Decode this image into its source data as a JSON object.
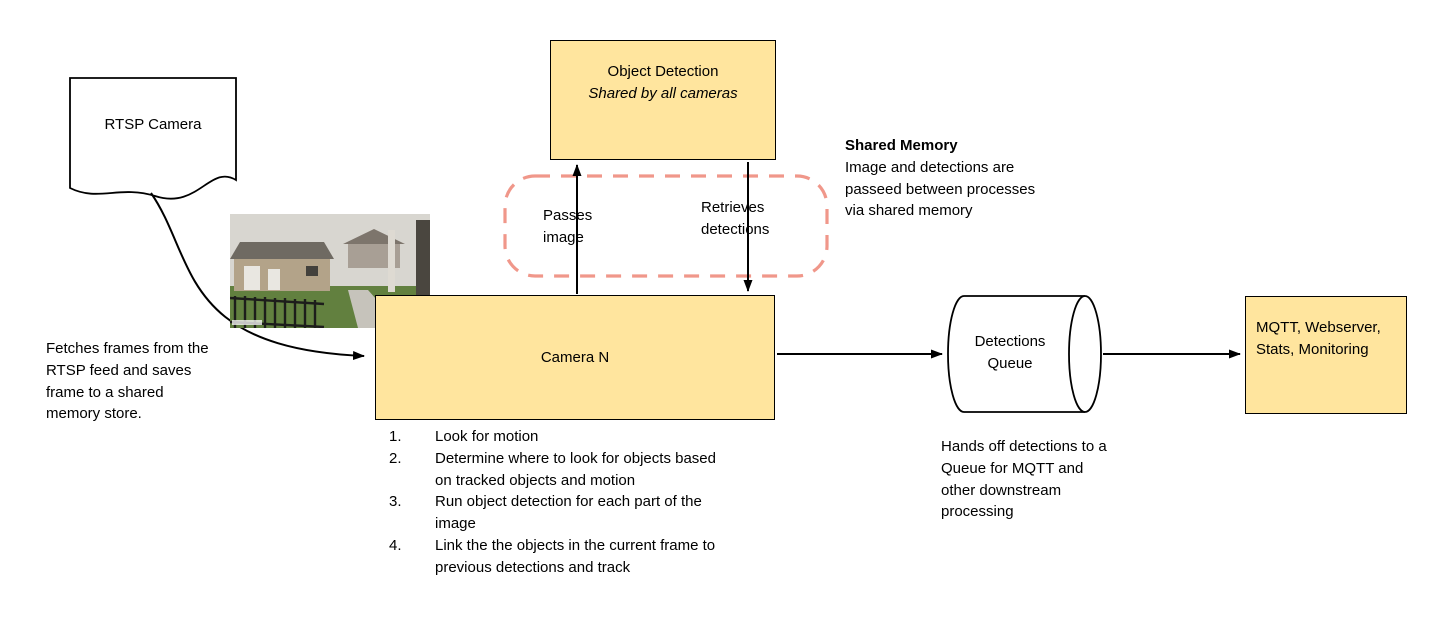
{
  "nodes": {
    "rtsp_camera": "RTSP Camera",
    "object_detection_title": "Object Detection",
    "object_detection_subtitle": "Shared by all cameras",
    "camera_n": "Camera N",
    "detections_queue": "Detections Queue",
    "outputs": "MQTT, Webserver, Stats, Monitoring"
  },
  "labels": {
    "passes_image": "Passes image",
    "retrieves_detections": "Retrieves detections"
  },
  "notes": {
    "fetch": "Fetches frames from the RTSP feed and saves frame to a shared memory store.",
    "shared_memory_title": "Shared Memory",
    "shared_memory_body": "Image and detections are passeed between processes via shared memory",
    "queue_handoff": "Hands off detections to a Queue for MQTT and other downstream processing"
  },
  "camera_steps": [
    {
      "num": "1.",
      "text": "Look for motion"
    },
    {
      "num": "2.",
      "text": "Determine where to look for objects based on tracked objects and motion"
    },
    {
      "num": "3.",
      "text": "Run object detection for each part of the image"
    },
    {
      "num": "4.",
      "text": "Link the the objects in the current frame to previous detections and track"
    }
  ],
  "colors": {
    "node_fill": "#FFE59E",
    "shared_memory_dash": "#F0978A",
    "line": "#000000"
  }
}
